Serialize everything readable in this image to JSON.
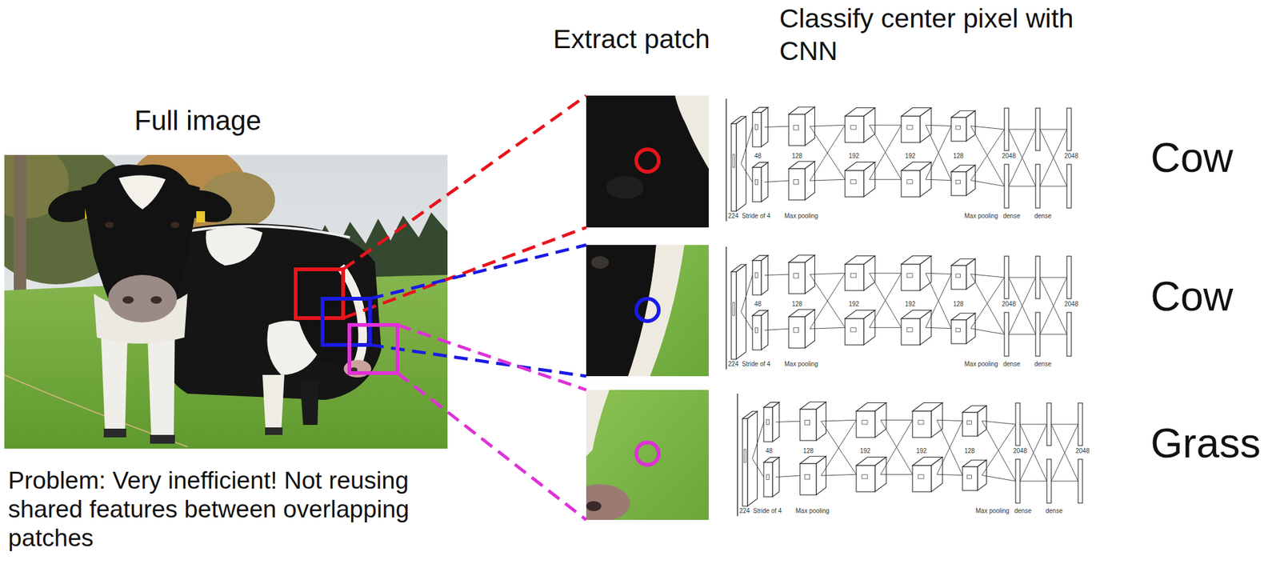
{
  "diagram": {
    "labels": [
      "Full image",
      "Extract patch",
      "Classify center pixel with CNN",
      "Cow",
      "Cow",
      "Grass",
      "Problem: Very inefficient! Not reusing shared features between overlapping patches",
      "224",
      "Stride of 4",
      "48",
      "Max pooling",
      "128",
      "192",
      "192",
      "128",
      "Max pooling",
      "dense",
      "dense",
      "2048",
      "2048",
      "224",
      "Stride of 4",
      "48",
      "Max pooling",
      "128",
      "192",
      "192",
      "128",
      "Max pooling",
      "dense",
      "dense",
      "2048",
      "2048",
      "224",
      "Stride of 4",
      "48",
      "Max pooling",
      "128",
      "192",
      "192",
      "128",
      "Max pooling",
      "dense",
      "dense",
      "2048",
      "2048"
    ]
  }
}
